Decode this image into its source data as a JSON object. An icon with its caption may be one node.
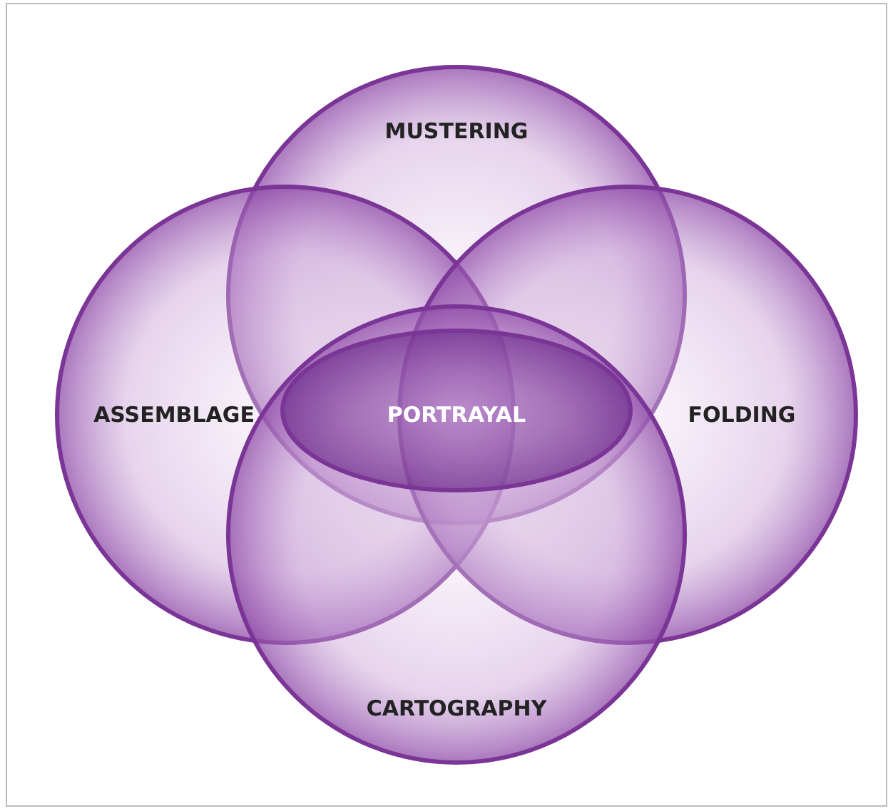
{
  "diagram": {
    "nodes": [
      {
        "text": [
          "MUSTERING"
        ]
      },
      {
        "text": [
          "ASSEMBLAGE"
        ]
      },
      {
        "text": [
          "FOLDING"
        ]
      },
      {
        "text": [
          "CARTOGRAPHY"
        ]
      },
      {
        "text": [
          "PORTRAYAL"
        ]
      }
    ]
  }
}
